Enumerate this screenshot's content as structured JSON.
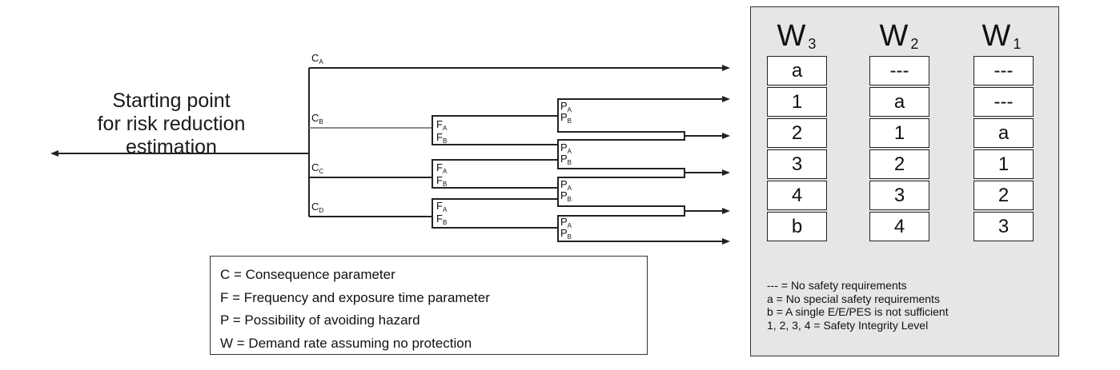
{
  "start_point": {
    "lines": [
      "Starting point",
      "for risk reduction",
      "estimation"
    ]
  },
  "consequence_labels": [
    {
      "letter": "C",
      "sub": "A"
    },
    {
      "letter": "C",
      "sub": "B"
    },
    {
      "letter": "C",
      "sub": "C"
    },
    {
      "letter": "C",
      "sub": "D"
    }
  ],
  "frequency_labels": [
    {
      "letter": "F",
      "sub": "A"
    },
    {
      "letter": "F",
      "sub": "B"
    }
  ],
  "possibility_labels": [
    {
      "letter": "P",
      "sub": "A"
    },
    {
      "letter": "P",
      "sub": "B"
    }
  ],
  "legend": [
    "C = Consequence parameter",
    "F = Frequency and exposure time parameter",
    "P = Possibility of avoiding hazard",
    "W = Demand rate assuming  no protection"
  ],
  "table": {
    "columns": [
      {
        "letter": "W",
        "sub": "3",
        "cells": [
          "a",
          "1",
          "2",
          "3",
          "4",
          "b"
        ]
      },
      {
        "letter": "W",
        "sub": "2",
        "cells": [
          "---",
          "a",
          "1",
          "2",
          "3",
          "4"
        ]
      },
      {
        "letter": "W",
        "sub": "1",
        "cells": [
          "---",
          "---",
          "a",
          "1",
          "2",
          "3"
        ]
      }
    ],
    "notes": [
      "--- =  No safety requirements",
      "a  =  No special safety requirements",
      "b  =  A single E/E/PES is not sufficient",
      "1, 2, 3, 4 = Safety Integrity Level"
    ]
  }
}
